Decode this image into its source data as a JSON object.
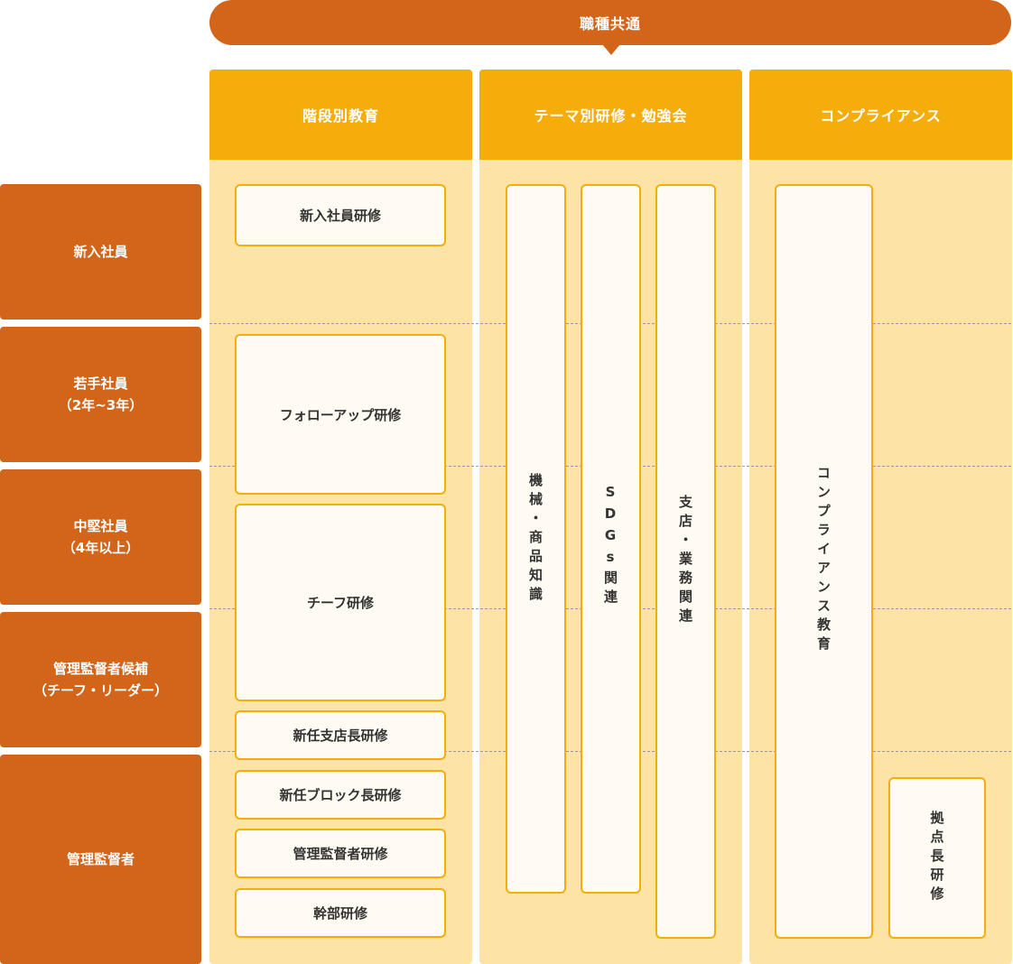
{
  "header": {
    "title": "職種共通"
  },
  "columns": {
    "stage": "階段別教育",
    "theme": "テーマ別研修・勉強会",
    "compliance": "コンプライアンス"
  },
  "rows": {
    "new": {
      "line1": "新入社員",
      "line2": ""
    },
    "young": {
      "line1": "若手社員",
      "line2": "（2年~3年）"
    },
    "mid": {
      "line1": "中堅社員",
      "line2": "（4年以上）"
    },
    "candidate": {
      "line1": "管理監督者候補",
      "line2": "（チーフ・リーダー）"
    },
    "manager": {
      "line1": "管理監督者",
      "line2": ""
    }
  },
  "stage_boxes": {
    "new_hire": "新入社員研修",
    "follow_up": "フォローアップ研修",
    "chief": "チーフ研修",
    "branch_manager": "新任支店長研修",
    "block_manager": "新任ブロック長研修",
    "supervisor": "管理監督者研修",
    "executive": "幹部研修"
  },
  "theme_boxes": {
    "product": "機械・商品知識",
    "sdgs": "SDGs関連",
    "branch_ops": "支店・業務関連"
  },
  "compliance_boxes": {
    "education": "コンプライアンス教育",
    "base_manager": "拠点長研修"
  },
  "colors": {
    "dark_orange": "#d3651a",
    "header_orange": "#f5ad0c",
    "column_bg": "#fde3a5",
    "box_bg": "#fffbf3"
  }
}
